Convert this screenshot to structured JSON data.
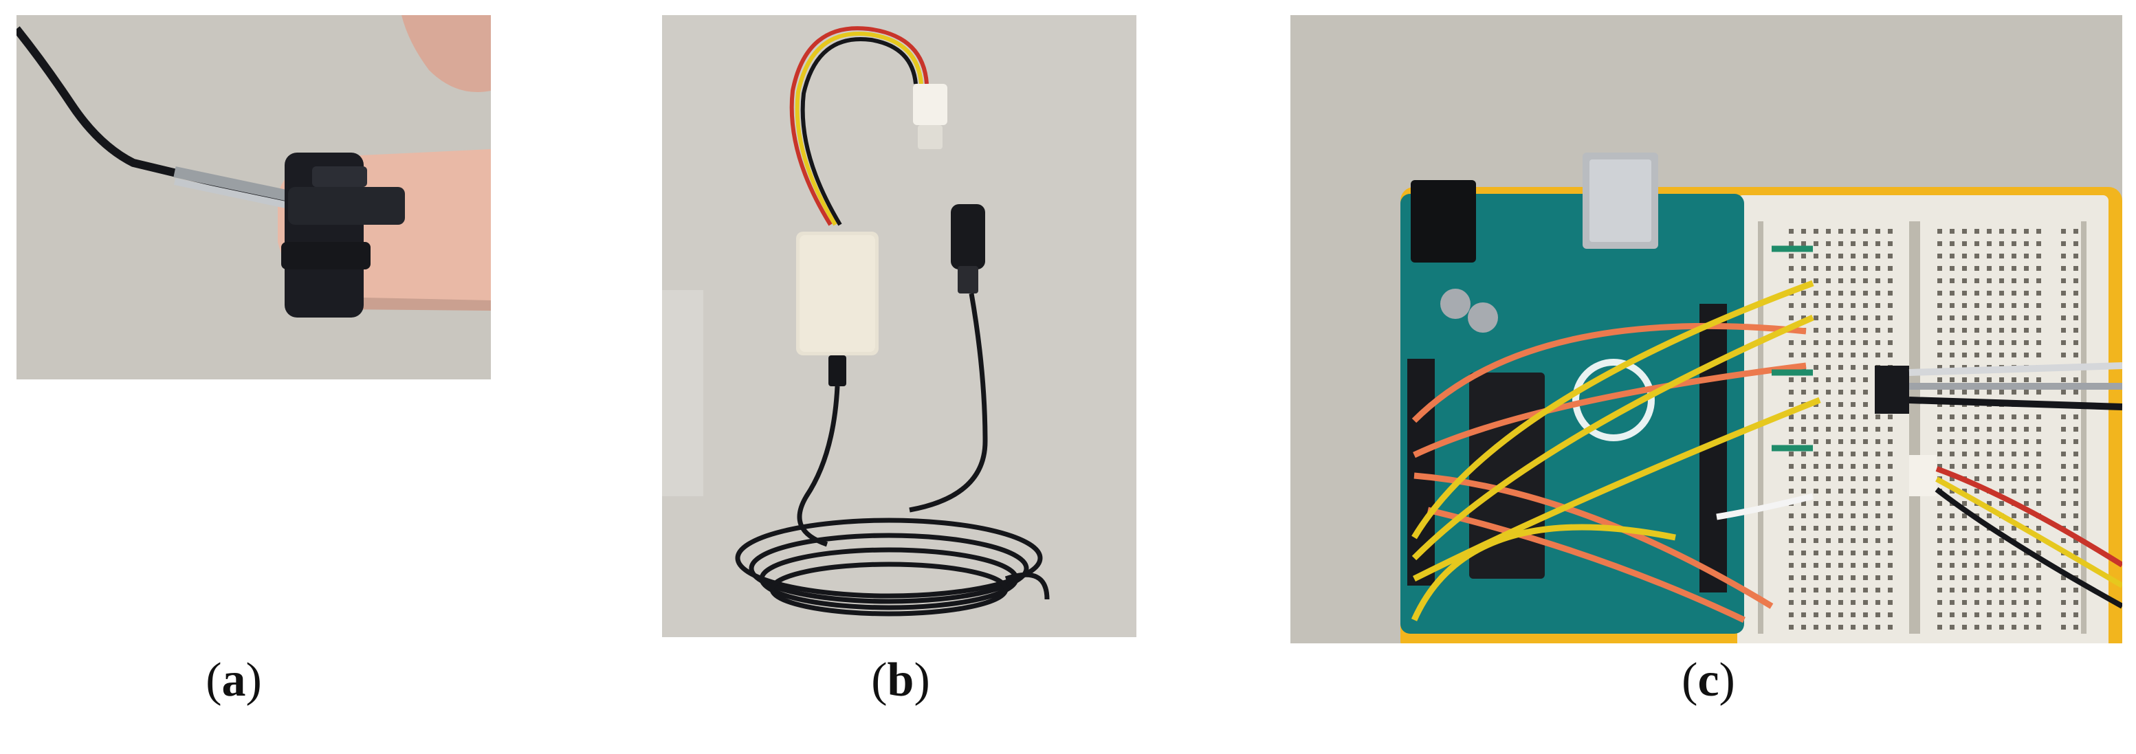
{
  "figure": {
    "panels": [
      {
        "id": "a",
        "caption_open": "(",
        "caption_letter": "a",
        "caption_close": ")"
      },
      {
        "id": "b",
        "caption_open": "(",
        "caption_letter": "b",
        "caption_close": ")"
      },
      {
        "id": "c",
        "caption_open": "(",
        "caption_letter": "c",
        "caption_close": ")"
      }
    ]
  },
  "colors": {
    "background": "#ffffff",
    "desk": "#c9c6bf",
    "skin": "#e9b9a6",
    "velcro": "#1b1c22",
    "cable_black": "#15161a",
    "module_box": "#e8e2d3",
    "wire_red": "#c8342a",
    "wire_yellow": "#e6c81e",
    "arduino_green": "#137a7a",
    "breadboard": "#ece9e1",
    "base_plate": "#f2b51e",
    "jumper_orange": "#ec7a4e",
    "jumper_green": "#1f8c6a"
  }
}
